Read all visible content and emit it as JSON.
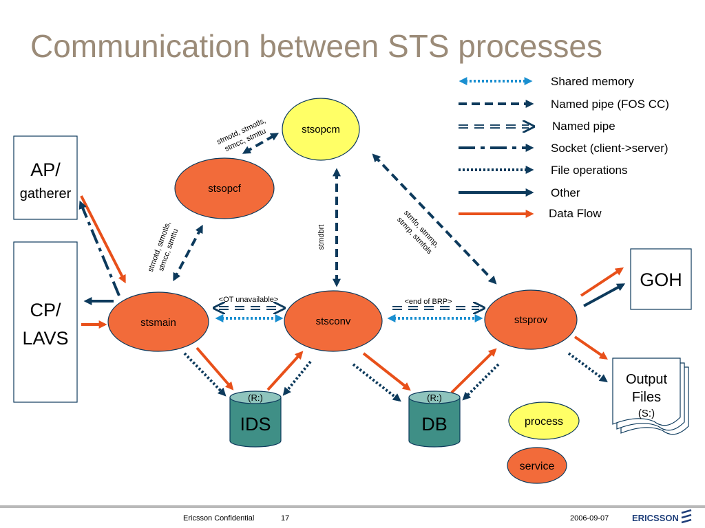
{
  "title": "Communication between STS processes",
  "nodes": {
    "stsopcm": "stsopcm",
    "stsopcf": "stsopcf",
    "stsmain": "stsmain",
    "stsconv": "stsconv",
    "stsprov": "stsprov",
    "ap_line1": "AP/",
    "ap_line2": "gatherer",
    "cp_line1": "CP/",
    "cp_line2": "LAVS",
    "goh": "GOH",
    "output_line1": "Output",
    "output_line2": "Files",
    "output_line3": "(S:)",
    "ids": "IDS",
    "ids_drive": "(R:)",
    "db": "DB",
    "db_drive": "(R:)"
  },
  "labels": {
    "opcm_opcf_l1": "stmotd, stmotls,",
    "opcm_opcf_l2": "stmcc, stmttu",
    "opcf_main_l1": "stmotd, stmotls,",
    "opcf_main_l2": "stmcc, stmttu",
    "stmdbrt": "stmdbrt",
    "opcm_prov_l1": "stmfo, stmmp,",
    "opcm_prov_l2": "stmrp, stmfols",
    "ot_unavailable": "<OT unavailable>",
    "end_of_brp": "<end of BRP>"
  },
  "legend": [
    {
      "label": "Shared memory",
      "color": "#1a8fd0"
    },
    {
      "label": "Named pipe (FOS CC)",
      "color": "#0d3a5c"
    },
    {
      "label": "Named pipe",
      "color": "#0d3a5c"
    },
    {
      "label": "Socket (client->server)",
      "color": "#0d3a5c"
    },
    {
      "label": "File operations",
      "color": "#0d3a5c"
    },
    {
      "label": "Other",
      "color": "#0d3a5c"
    },
    {
      "label": "Data Flow",
      "color": "#e8501a"
    }
  ],
  "key": {
    "process": "process",
    "service": "service"
  },
  "colors": {
    "process_fill": "#ffff66",
    "service_fill": "#f26b3a",
    "db_fill": "#3f8f86",
    "navy": "#0d3a5c",
    "orange": "#e8501a",
    "blue": "#1a8fd0",
    "title": "#9b8b78"
  },
  "footer": {
    "confidential": "Ericsson Confidential",
    "page": "17",
    "date": "2006-09-07",
    "logo": "ERICSSON"
  }
}
